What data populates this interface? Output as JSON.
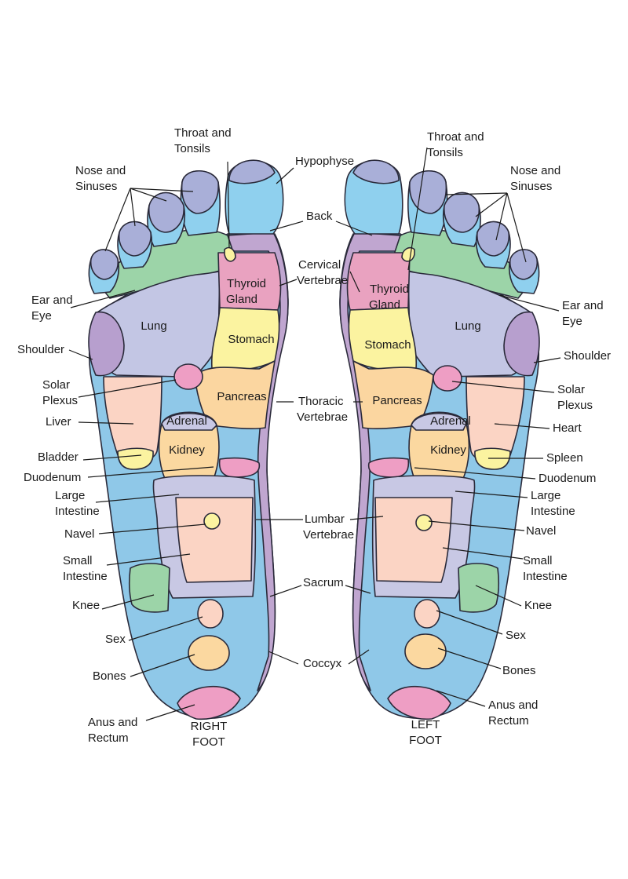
{
  "colors": {
    "foot_base": "#8fc8e8",
    "toe_tip": "#a9afd8",
    "toe_ring": "#8fd0ee",
    "ear_eye": "#9cd4a8",
    "lung": "#c3c6e4",
    "shoulder": "#b79fce",
    "solar_plexus": "#ee9ec4",
    "thyroid": "#e9a2c0",
    "stomach": "#fbf3a0",
    "pancreas": "#fbd6a0",
    "liver": "#fbd4c4",
    "bladder": "#fbf3a0",
    "adrenal": "#c8c8e4",
    "kidney": "#fbd8a0",
    "duodenum": "#ee9ec4",
    "large_intestine": "#c8c8e4",
    "small_intestine": "#fbd4c4",
    "navel": "#fbf3a0",
    "knee": "#9cd4a8",
    "sex": "#fbd4c4",
    "bones": "#fbd8a0",
    "anus_rectum": "#ee9ec4",
    "spine": "#c0a6d0",
    "hypophyse": "#8fd0ee"
  },
  "zone_labels": {
    "lung": "Lung",
    "thyroid_line1": "Thyroid",
    "thyroid_line2": "Gland",
    "stomach": "Stomach",
    "pancreas": "Pancreas",
    "adrenal": "Adrenal",
    "kidney": "Kidney"
  },
  "right_foot": {
    "caption_line1": "RIGHT",
    "caption_line2": "FOOT",
    "labels": {
      "throat_line1": "Throat and",
      "throat_line2": "Tonsils",
      "nose_line1": "Nose and",
      "nose_line2": "Sinuses",
      "ear_line1": "Ear and",
      "ear_line2": "Eye",
      "shoulder": "Shoulder",
      "solar_line1": "Solar",
      "solar_line2": "Plexus",
      "liver": "Liver",
      "bladder": "Bladder",
      "duodenum": "Duodenum",
      "large_line1": "Large",
      "large_line2": "Intestine",
      "navel": "Navel",
      "small_line1": "Small",
      "small_line2": "Intestine",
      "knee": "Knee",
      "sex": "Sex",
      "bones": "Bones",
      "anus_line1": "Anus and",
      "anus_line2": "Rectum"
    }
  },
  "left_foot": {
    "caption_line1": "LEFT",
    "caption_line2": "FOOT",
    "labels": {
      "throat_line1": "Throat and",
      "throat_line2": "Tonsils",
      "nose_line1": "Nose and",
      "nose_line2": "Sinuses",
      "ear_line1": "Ear and",
      "ear_line2": "Eye",
      "shoulder": "Shoulder",
      "solar_line1": "Solar",
      "solar_line2": "Plexus",
      "heart": "Heart",
      "spleen": "Spleen",
      "duodenum": "Duodenum",
      "large_line1": "Large",
      "large_line2": "Intestine",
      "navel": "Navel",
      "small_line1": "Small",
      "small_line2": "Intestine",
      "knee": "Knee",
      "sex": "Sex",
      "bones": "Bones",
      "anus_line1": "Anus and",
      "anus_line2": "Rectum"
    }
  },
  "center_labels": {
    "hypophyse": "Hypophyse",
    "back": "Back",
    "cervical_line1": "Cervical",
    "cervical_line2": "Vertebrae",
    "thoracic_line1": "Thoracic",
    "thoracic_line2": "Vertebrae",
    "lumbar_line1": "Lumbar",
    "lumbar_line2": "Vertebrae",
    "sacrum": "Sacrum",
    "coccyx": "Coccyx"
  }
}
